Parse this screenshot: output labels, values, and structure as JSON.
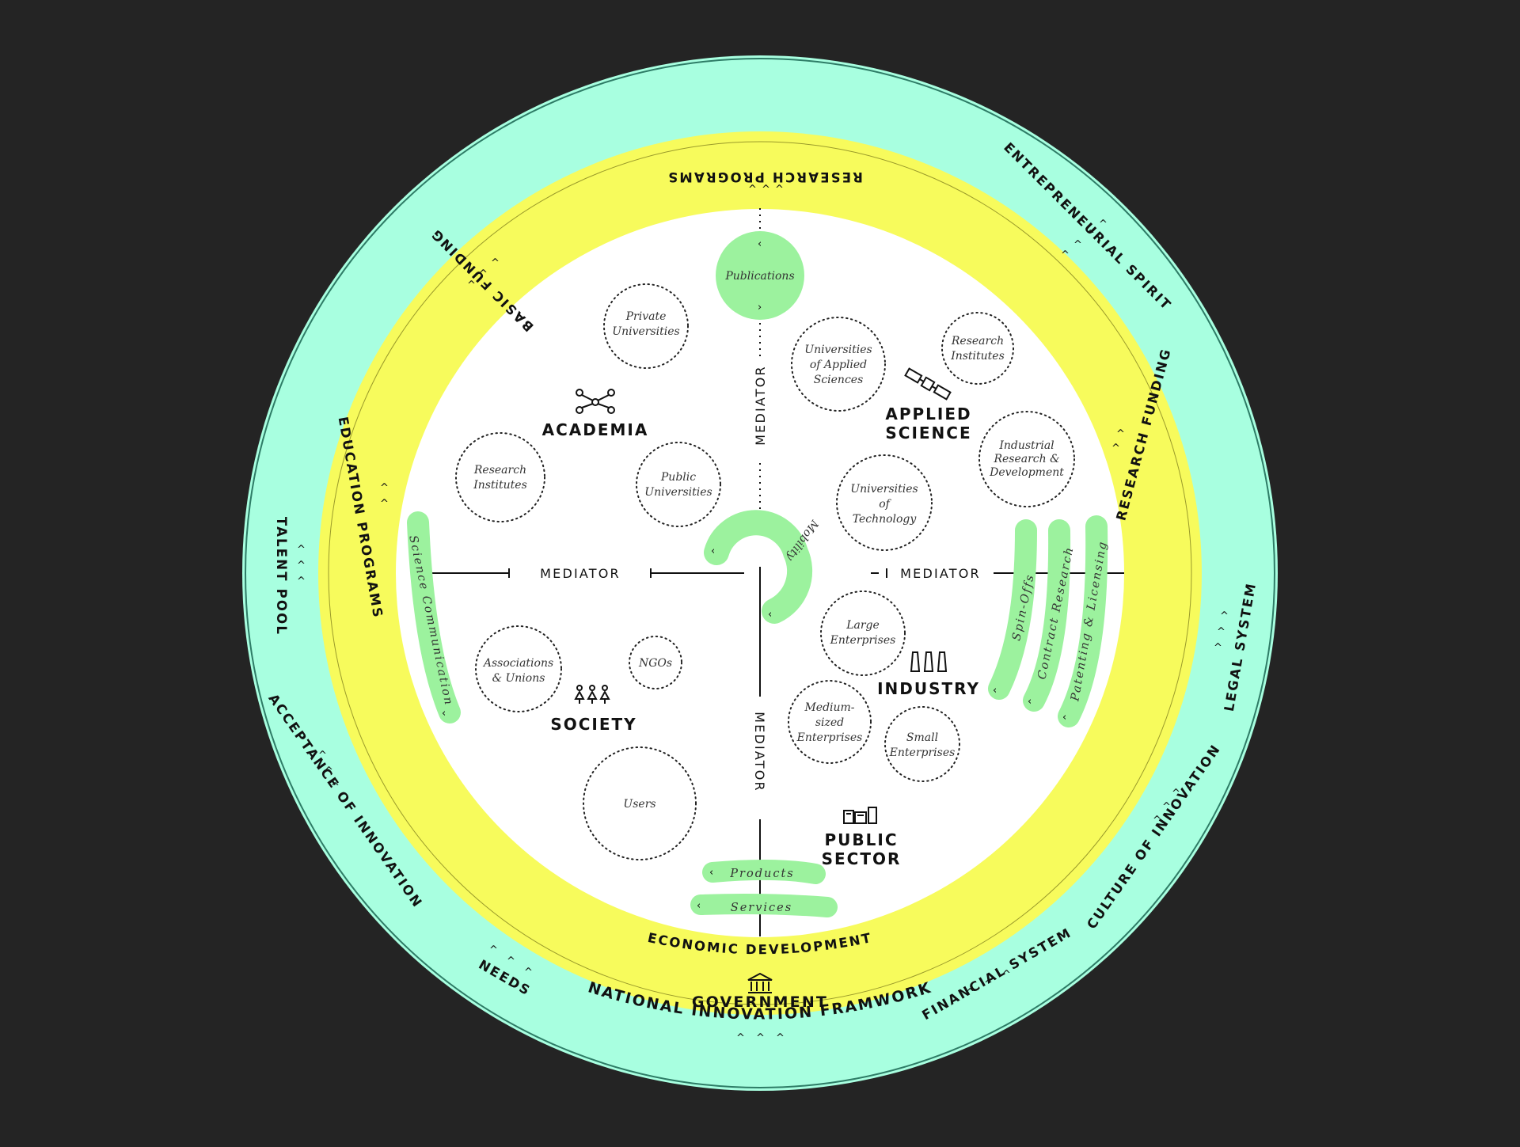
{
  "outer_ring": {
    "label": "NATIONAL INNOVATION FRAMWORK",
    "items": [
      "ENTREPRENEURIAL SPIRIT",
      "LEGAL SYSTEM",
      "CULTURE OF INNOVATION",
      "FINANCIAL SYSTEM",
      "ECONOMIC DEVELOPMENT",
      "NEEDS",
      "ACCEPTANCE OF INNOVATION",
      "TALENT POOL"
    ]
  },
  "yellow_ring": {
    "label": "GOVERNMENT",
    "items": [
      "RESEARCH PROGRAMS",
      "BASIC FUNDING",
      "EDUCATION PROGRAMS",
      "RESEARCH FUNDING"
    ]
  },
  "sectors": {
    "academia": "ACADEMIA",
    "applied_science_1": "APPLIED",
    "applied_science_2": "SCIENCE",
    "society": "SOCIETY",
    "industry": "INDUSTRY",
    "public_sector_1": "PUBLIC",
    "public_sector_2": "SECTOR"
  },
  "mediators": {
    "top": "MEDIATOR",
    "left": "MEDIATOR",
    "right": "MEDIATOR",
    "bottom": "MEDIATOR"
  },
  "actors": {
    "private_universities": [
      "Private",
      "Universities"
    ],
    "research_institutes_academia": [
      "Research",
      "Institutes"
    ],
    "public_universities": [
      "Public",
      "Universities"
    ],
    "universities_applied_sciences": [
      "Universities",
      "of Applied",
      "Sciences"
    ],
    "research_institutes_applied": [
      "Research",
      "Institutes"
    ],
    "industrial_rnd": [
      "Industrial",
      "Research &",
      "Development"
    ],
    "universities_technology": [
      "Universities",
      "of",
      "Technology"
    ],
    "associations_unions": [
      "Associations",
      "& Unions"
    ],
    "ngos": [
      "NGOs"
    ],
    "users": [
      "Users"
    ],
    "large_enterprises": [
      "Large",
      "Enterprises"
    ],
    "medium_enterprises": [
      "Medium-",
      "sized",
      "Enterprises"
    ],
    "small_enterprises": [
      "Small",
      "Enterprises"
    ]
  },
  "flows": {
    "publications": "Publications",
    "mobility": "Mobility",
    "science_communication": "Science Communication",
    "spin_offs": "Spin-Offs",
    "contract_research": "Contract Research",
    "patenting_licensing": "Patenting & Licensing",
    "products": "Products",
    "services": "Services"
  },
  "colors": {
    "background": "#242424",
    "outer_ring": "#a8ffe0",
    "yellow_ring": "#f7fb5c",
    "inner_disc": "#ffffff",
    "flow": "#9cf29e"
  }
}
